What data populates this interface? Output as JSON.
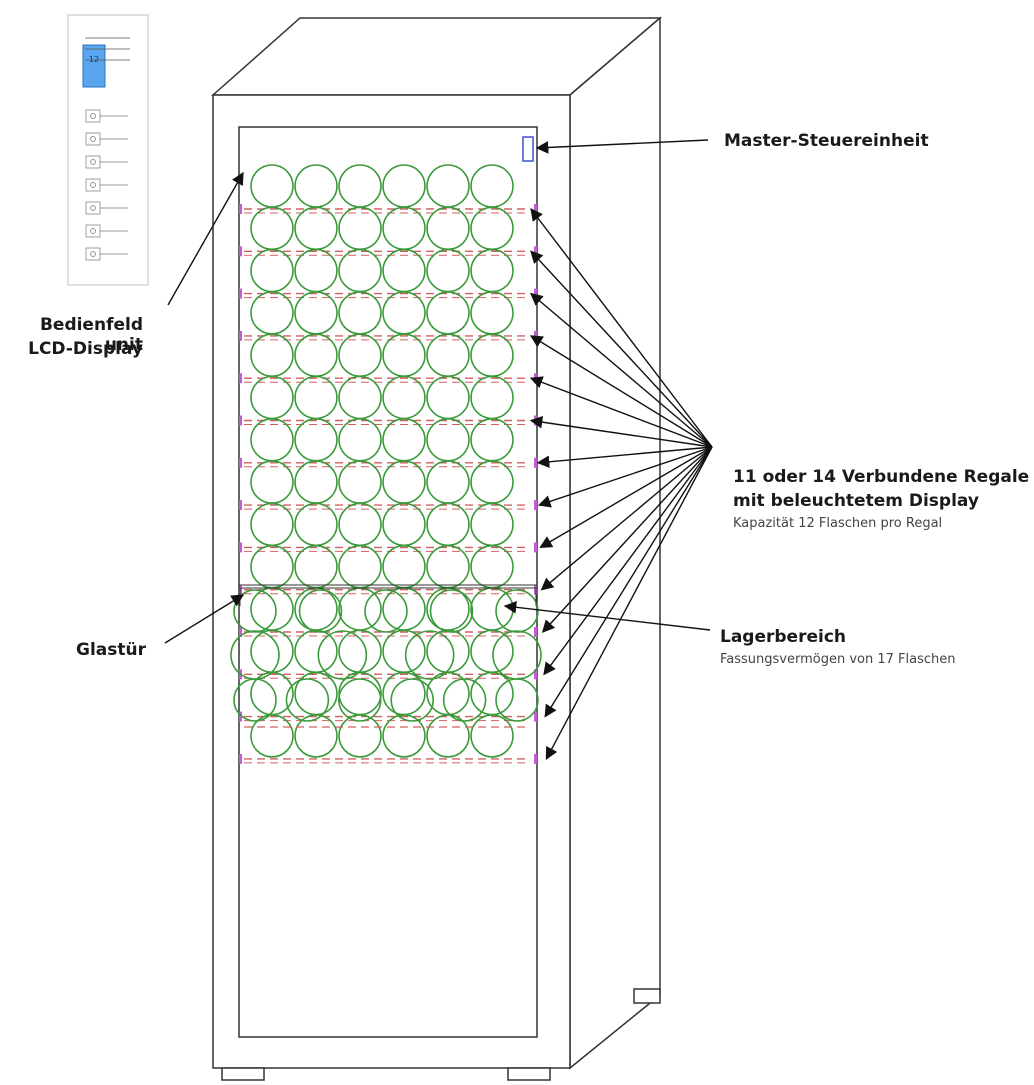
{
  "labels": {
    "master": "Master-Steuereinheit",
    "bedienfeld_line1": "Bedienfeld unit",
    "bedienfeld_line2": "LCD-Display",
    "glastuer": "Glastür",
    "regale_line1": "11 oder 14 Verbundene Regale",
    "regale_line2": "mit beleuchtetem Display",
    "regale_sub": "Kapazität 12 Flaschen pro Regal",
    "lager": "Lagerbereich",
    "lager_sub": "Fassungsvermögen von 17 Flaschen"
  },
  "panel_icons": [
    "fan-icon",
    "light-icon",
    "power-icon",
    "up-icon",
    "down-icon",
    "set-icon",
    "lock-icon"
  ],
  "shelf_count": 14,
  "bottles_per_shelf": 6,
  "storage_rows": [
    5,
    4,
    6
  ],
  "colors": {
    "bottle": "#3a9a3a",
    "shelf_dash": "#d06060",
    "shelf_tab": "#c060d0",
    "outline": "#333333",
    "master_unit": "#4050d0",
    "lcd": "#3a8fe0"
  }
}
